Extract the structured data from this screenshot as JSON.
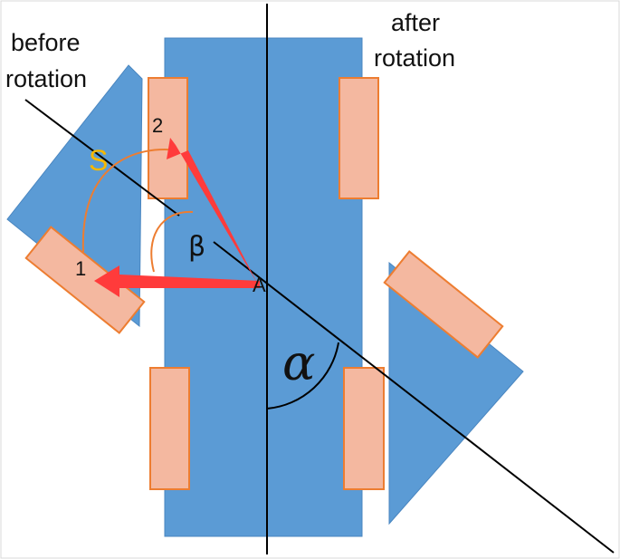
{
  "labels": {
    "before": [
      "before",
      "rotation"
    ],
    "after": [
      "after",
      "rotation"
    ],
    "arc_s": "S",
    "angle_beta": "β",
    "angle_alpha": "α",
    "pivot": "A",
    "point_1": "1",
    "point_2": "2"
  },
  "colors": {
    "body": "#5b9bd5",
    "body_edge": "#4a86c0",
    "wheel_fill": "#f4b8a0",
    "wheel_edge": "#ed7d31",
    "arrow": "#ff3b3b",
    "arc": "#ed7d31",
    "s_label": "#f5b800",
    "line": "#000000"
  }
}
